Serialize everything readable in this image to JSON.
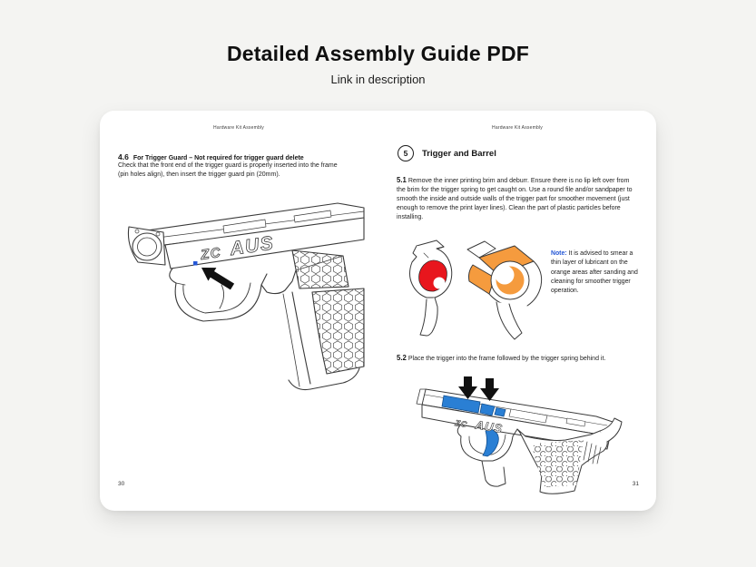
{
  "page": {
    "title": "Detailed Assembly Guide PDF",
    "subtitle": "Link in description"
  },
  "pdf": {
    "engraving": {
      "prefix": "ZC",
      "main": "AUS"
    },
    "left_page": {
      "running_header": "Hardware Kit Assembly",
      "section": {
        "number": "4.6",
        "title": "For Trigger Guard – Not required for trigger guard delete"
      },
      "body": "Check that the front end of the trigger guard is properly inserted into the frame (pin holes align), then insert the trigger guard pin (20mm).",
      "page_number": "30"
    },
    "right_page": {
      "running_header": "Hardware Kit Assembly",
      "section": {
        "badge": "5",
        "title": "Trigger and Barrel"
      },
      "steps": [
        {
          "number": "5.1",
          "text": "Remove the inner printing brim and deburr. Ensure there is no lip left over from the brim for the trigger spring to get caught on. Use a round file and/or sandpaper to smooth the inside and outside walls of the trigger part for smoother movement (just enough to remove the print layer lines). Clean the part of plastic particles before installing."
        },
        {
          "number": "5.2",
          "text": "Place the trigger into the frame followed by the trigger spring behind it."
        }
      ],
      "note": {
        "label": "Note:",
        "text": "It is advised to smear a thin layer of lubricant on the orange areas after sanding and cleaning for smoother trigger operation."
      },
      "page_number": "31"
    }
  },
  "colors": {
    "background": "#f4f4f2",
    "note_label_blue": "#2457d6",
    "highlight_red": "#e8161d",
    "highlight_orange": "#f59b3e",
    "highlight_blue": "#2a7fd4"
  }
}
